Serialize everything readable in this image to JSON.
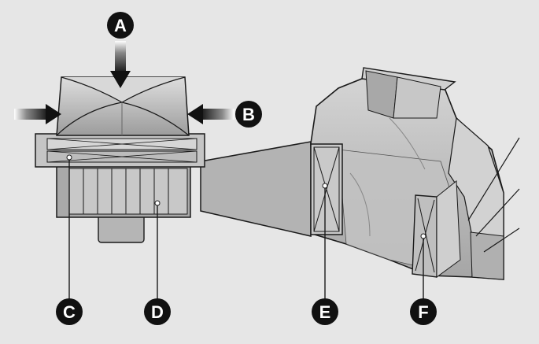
{
  "labels": {
    "a": "A",
    "b": "B",
    "c": "C",
    "d": "D",
    "e": "E",
    "f": "F"
  },
  "colors": {
    "background": "#e6e6e6",
    "body_fill": "#bdbdbd",
    "body_dark": "#8f8f8f",
    "body_light": "#d9d9d9",
    "outline": "#1a1a1a",
    "badge": "#111111"
  }
}
